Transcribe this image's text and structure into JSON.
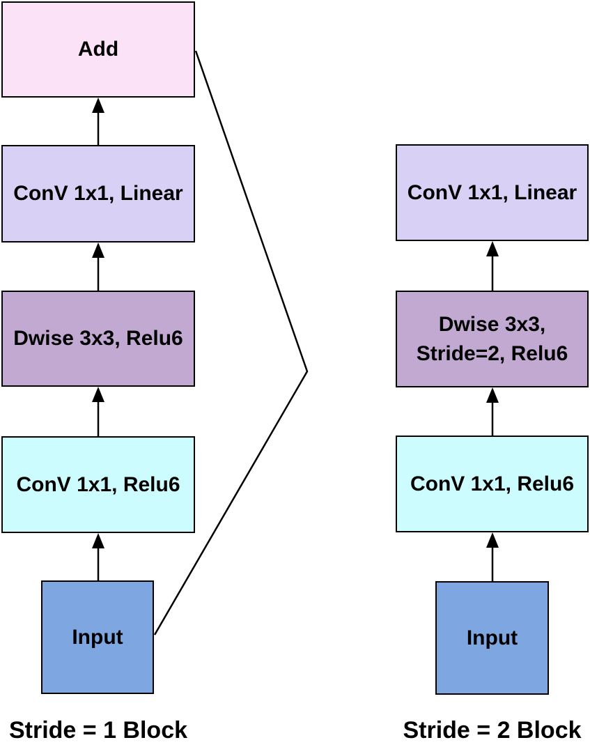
{
  "diagram": {
    "stride1_block": {
      "caption": "Stride = 1 Block",
      "add_label": "Add",
      "conv_linear_label": "ConV 1x1, Linear",
      "dwise_label": "Dwise 3x3, Relu6",
      "conv_relu_label": "ConV 1x1, Relu6",
      "input_label": "Input"
    },
    "stride2_block": {
      "caption": "Stride = 2 Block",
      "conv_linear_label": "ConV 1x1, Linear",
      "dwise_label": "Dwise 3x3, Stride=2, Relu6",
      "conv_relu_label": "ConV 1x1, Relu6",
      "input_label": "Input"
    },
    "colors": {
      "add_fill": "#FBE2F7",
      "conv_linear_fill": "#D8D1F5",
      "dwise_fill": "#C2A9D1",
      "conv_relu_fill": "#CCFCFD",
      "input_fill": "#7EA6E0",
      "stroke": "#000000"
    }
  }
}
